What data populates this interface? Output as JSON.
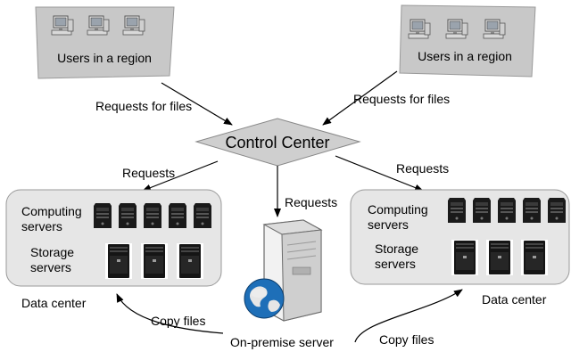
{
  "diagram": {
    "user_groups": [
      {
        "label": "Users in a region"
      },
      {
        "label": "Users in a region"
      }
    ],
    "control_center": {
      "label": "Control Center"
    },
    "edge_labels": {
      "requests_for_files_left": "Requests for files",
      "requests_for_files_right": "Requests for files",
      "requests_left": "Requests",
      "requests_middle": "Requests",
      "requests_right": "Requests"
    },
    "data_centers": [
      {
        "computing_label": "Computing servers",
        "computing_line1": "Computing",
        "computing_line2": "servers",
        "storage_line1": "Storage",
        "storage_line2": "servers",
        "caption": "Data center"
      },
      {
        "computing_line1": "Computing",
        "computing_line2": "servers",
        "storage_line1": "Storage",
        "storage_line2": "servers",
        "caption": "Data center"
      }
    ],
    "on_premise": {
      "label": "On-premise server"
    },
    "copy_files": [
      {
        "label": "Copy files"
      },
      {
        "label": "Copy files"
      }
    ]
  },
  "colors": {
    "region_fill": "#c8c8c8",
    "datacenter_fill": "#e6e6e6",
    "control_fill": "#cfcfcf",
    "server_dark": "#1a1a1a"
  },
  "icons": [
    "computer-icon",
    "tower-server-icon",
    "storage-server-icon",
    "globe-server-icon"
  ]
}
